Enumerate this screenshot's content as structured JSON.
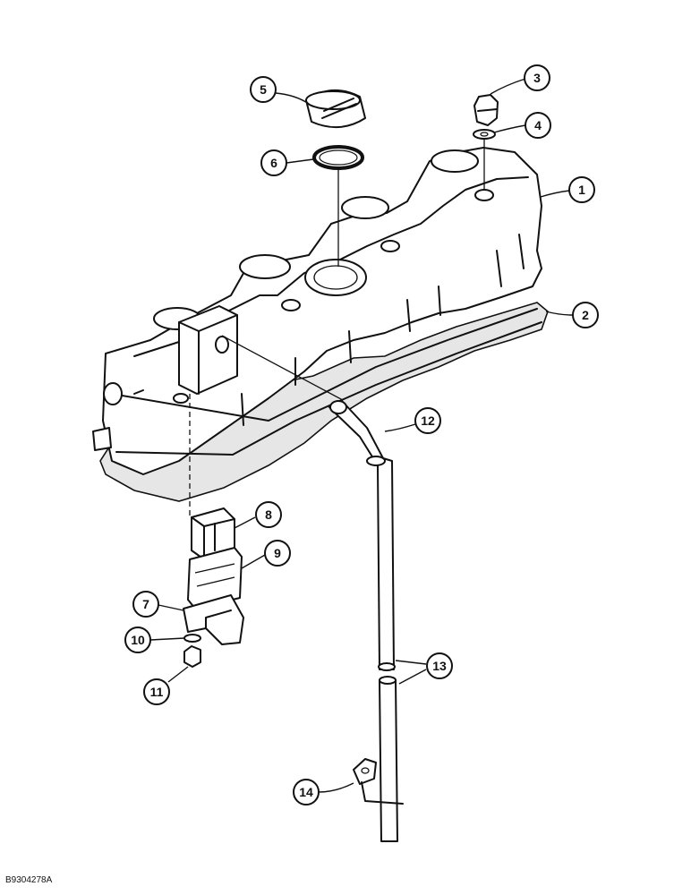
{
  "figure_id": "B9304278A",
  "callouts": [
    {
      "id": "callout-1",
      "label": "1"
    },
    {
      "id": "callout-2",
      "label": "2"
    },
    {
      "id": "callout-3",
      "label": "3"
    },
    {
      "id": "callout-4",
      "label": "4"
    },
    {
      "id": "callout-5",
      "label": "5"
    },
    {
      "id": "callout-6",
      "label": "6"
    },
    {
      "id": "callout-7",
      "label": "7"
    },
    {
      "id": "callout-8",
      "label": "8"
    },
    {
      "id": "callout-9",
      "label": "9"
    },
    {
      "id": "callout-10",
      "label": "10"
    },
    {
      "id": "callout-11",
      "label": "11"
    },
    {
      "id": "callout-12",
      "label": "12"
    },
    {
      "id": "callout-13",
      "label": "13"
    },
    {
      "id": "callout-14",
      "label": "14"
    }
  ]
}
